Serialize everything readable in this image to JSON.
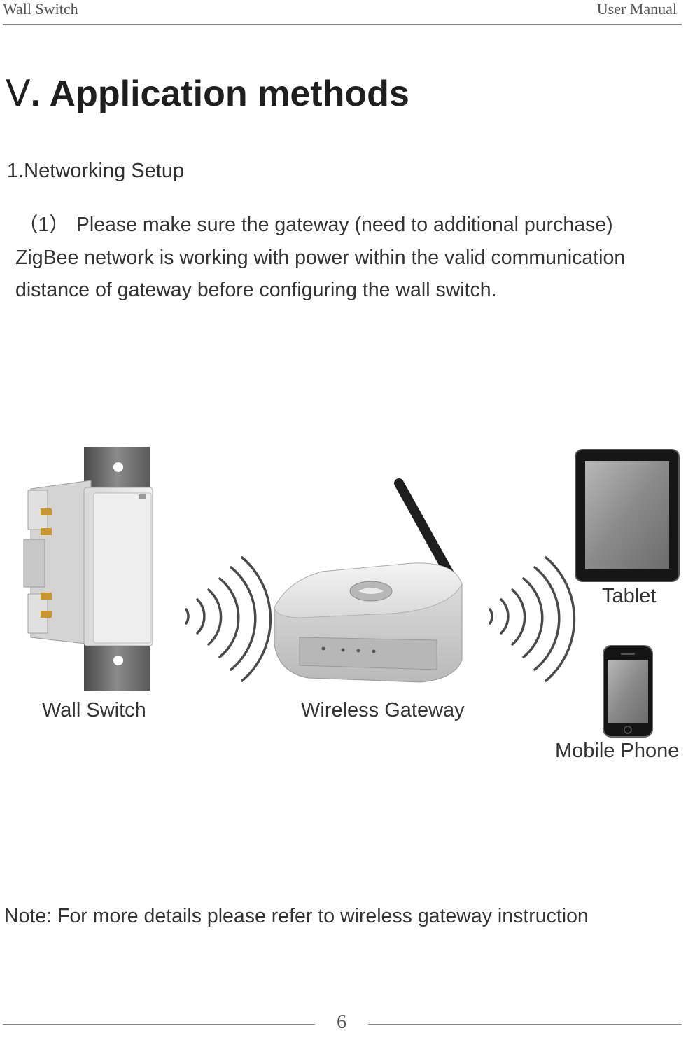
{
  "header": {
    "left": "Wall Switch",
    "right": "User Manual"
  },
  "section": {
    "numeral": "Ⅴ",
    "separator": ". ",
    "title": "Application methods"
  },
  "subsection": "1.Networking Setup",
  "paragraph": {
    "marker": "（1）",
    "line1": "Please make sure the gateway (need to additional purchase)",
    "line2": "ZigBee network is working with power within the valid communication",
    "line3": "distance of gateway before configuring the wall switch."
  },
  "diagram": {
    "captions": {
      "wall_switch": "Wall Switch",
      "gateway": "Wireless Gateway",
      "tablet": "Tablet",
      "phone": "Mobile Phone"
    },
    "icons": [
      "wall-switch-image",
      "wireless-signal-icon",
      "wireless-gateway-image",
      "tablet-image",
      "mobile-phone-image"
    ]
  },
  "note": "Note: For more details please refer to wireless gateway instruction",
  "footer": {
    "page_number": "6"
  }
}
